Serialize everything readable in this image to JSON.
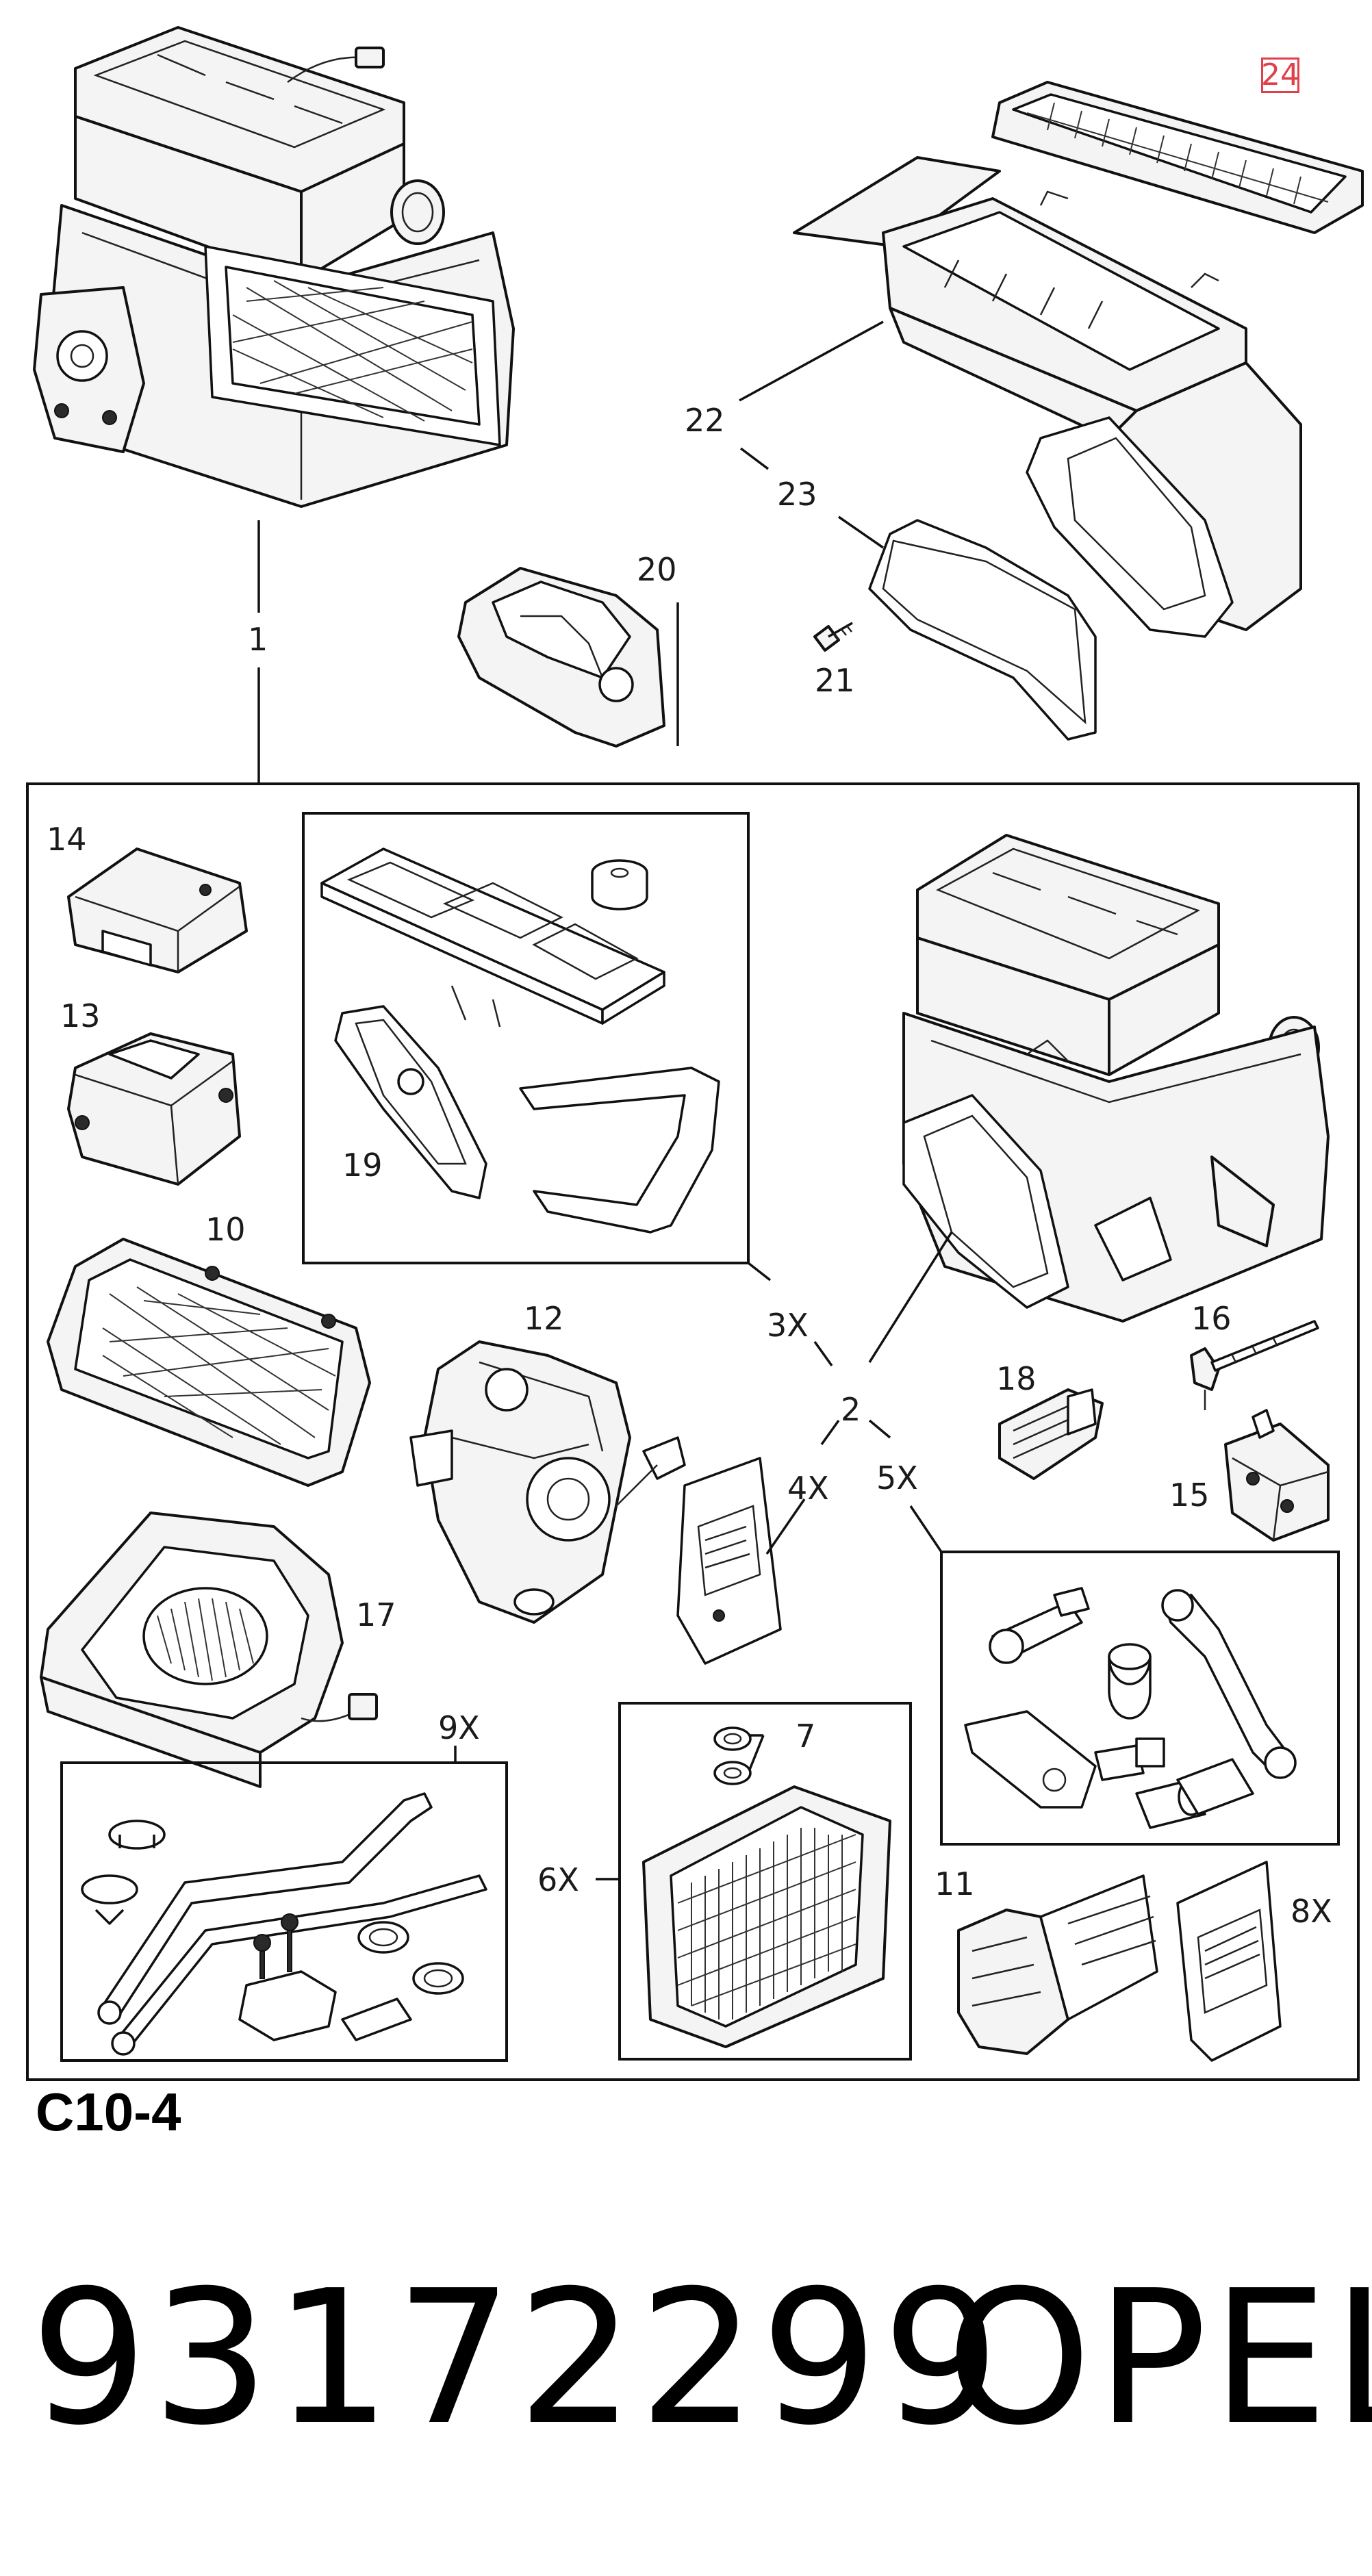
{
  "diagram": {
    "code": "C10-4",
    "highlighted_callout": "24",
    "callouts": {
      "c1": "1",
      "c2": "2",
      "c3x": "3X",
      "c4x": "4X",
      "c5x": "5X",
      "c6x": "6X",
      "c7": "7",
      "c8x": "8X",
      "c9x": "9X",
      "c10": "10",
      "c11": "11",
      "c12": "12",
      "c13": "13",
      "c14": "14",
      "c15": "15",
      "c16": "16",
      "c17": "17",
      "c18": "18",
      "c19": "19",
      "c20": "20",
      "c21": "21",
      "c22": "22",
      "c23": "23"
    }
  },
  "footer": {
    "part_number": "93172299",
    "brand": "OPEL"
  },
  "colors": {
    "line": "#111111",
    "highlight": "#e0404a",
    "background": "#ffffff"
  }
}
